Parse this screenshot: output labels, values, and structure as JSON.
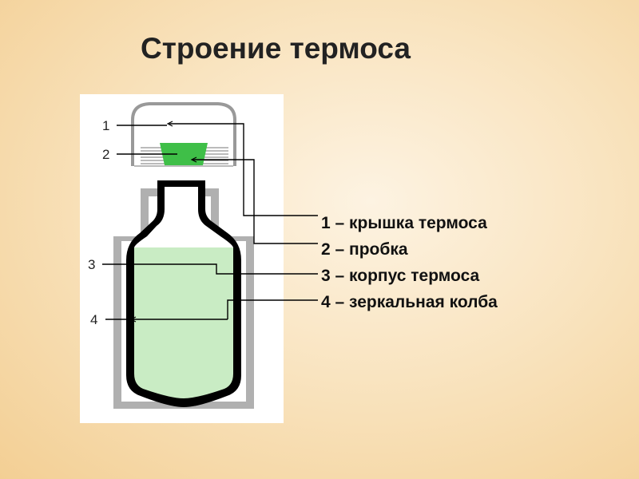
{
  "title": "Строение термоса",
  "callouts": [
    {
      "number": "1",
      "part": "cap"
    },
    {
      "number": "2",
      "part": "stopper"
    },
    {
      "number": "3",
      "part": "body"
    },
    {
      "number": "4",
      "part": "flask"
    }
  ],
  "legend": [
    "1 – крышка термоса",
    "2 – пробка",
    "3 – корпус термоса",
    "4 – зеркальная колба"
  ],
  "colors": {
    "liquid": "#c9ecc4",
    "stopper": "#3fbf48",
    "casing": "#b0b0b0",
    "outline": "#000000",
    "background": "#f9e4c0"
  }
}
